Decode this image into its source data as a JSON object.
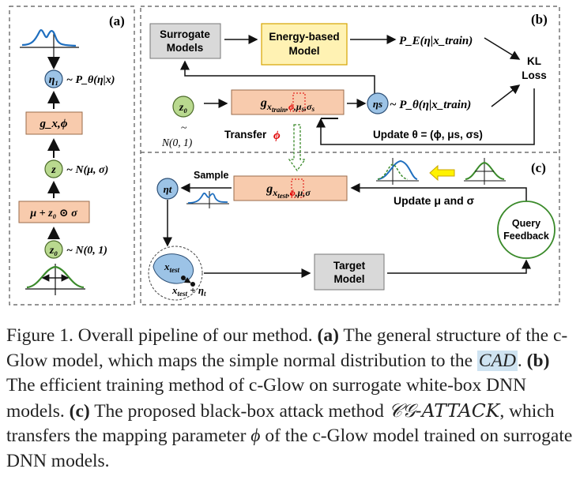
{
  "panel_labels": {
    "a": "(a)",
    "b": "(b)",
    "c": "(c)"
  },
  "panel_a": {
    "eta1": "η₁",
    "eta1_dist": "~ P_θ(η|x)",
    "g_box": "g_x,ϕ",
    "z_node": "z",
    "z_dist": "~ N(μ, σ)",
    "reparam_box": "μ + z₀ ⊙ σ",
    "z0_node": "z₀",
    "z0_dist": "~ N(0, 1)"
  },
  "panel_b": {
    "surrogate_box": "Surrogate\nModels",
    "energy_box": "Energy-based\nModel",
    "pe_text": "P_E(η|x_train)",
    "kl_loss": "KL\nLoss",
    "z0_node": "z₀",
    "z0_dist": "N(0, 1)",
    "g_train_box": "g_{x_train, ϕ, μs, σs}",
    "eta_s": "ηs",
    "p_theta_text": "~ P_θ(η|x_train)",
    "transfer_label": "Transfer",
    "transfer_phi": "ϕ",
    "update_theta": "Update θ = (ϕ, μs, σs)"
  },
  "panel_c": {
    "eta_t": "ηt",
    "sample_label": "Sample",
    "g_test_box": "g_{x_test, ϕ, μ, σ}",
    "update_mu_sigma": "Update μ and σ",
    "query_feedback": "Query\nFeedback",
    "target_model": "Target\nModel",
    "x_test": "x_test",
    "x_test_plus": "x_test + ηt"
  },
  "caption": {
    "figure_label": "Figure 1.",
    "intro": "Overall pipeline of our method.",
    "a_label": "(a)",
    "a_text_1": "The general structure of the c-Glow model, which maps the simple normal distribution to the",
    "cad": "CAD",
    "a_text_2": ".",
    "b_label": "(b)",
    "b_text": "The efficient training method of c-Glow on surrogate white-box DNN models.",
    "c_label": "(c)",
    "c_text_1": "The proposed black-box attack method",
    "cg_attack": "𝒞𝒢-ATTACK",
    "c_text_2": ", which transfers the mapping parameter",
    "phi": "ϕ",
    "c_text_3": "of the c-Glow model trained on surrogate DNN models."
  },
  "colors": {
    "node_blue": "#9cc3e6",
    "node_green": "#b9d98f",
    "box_pink": "#f8cbad",
    "box_gray": "#d9d9d9",
    "box_yellow": "#fff2b3",
    "box_yellow_stroke": "#d6a400",
    "highlight_red": "#e00000",
    "curve_blue": "#1f6fbf",
    "curve_green": "#3a8a2a",
    "cad_highlight": "#cfe3f1"
  }
}
